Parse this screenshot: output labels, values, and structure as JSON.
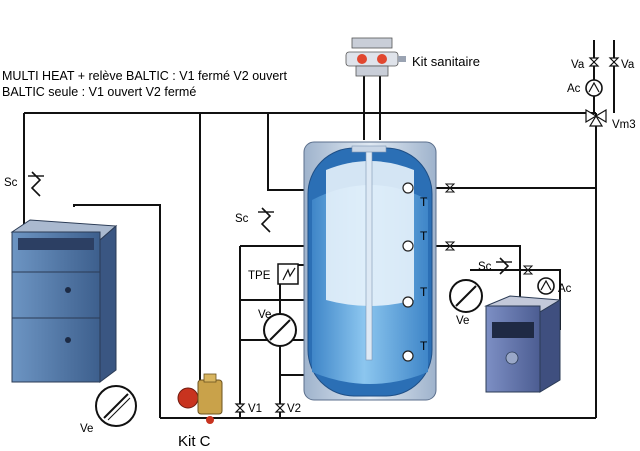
{
  "caption": {
    "line1": "MULTI HEAT + relève BALTIC : V1 fermé V2 ouvert",
    "line2": "BALTIC seule : V1 ouvert V2 fermé"
  },
  "labels": {
    "kit_sanitaire": "Kit sanitaire",
    "kit_c": "Kit C",
    "tpe": "TPE",
    "sc": "Sc",
    "ve": "Ve",
    "va": "Va",
    "ac": "Ac",
    "vm3": "Vm3",
    "v1": "V1",
    "v2": "V2",
    "t": "T"
  },
  "colors": {
    "tank_shell": "#b9c9dc",
    "tank_insulation": "#2b6fb5",
    "water": "#6aaee0",
    "boiler_left": "#4f77a8",
    "boiler_right": "#5c6fa6",
    "pump_red": "#c8331f",
    "brass": "#c9a24a"
  }
}
